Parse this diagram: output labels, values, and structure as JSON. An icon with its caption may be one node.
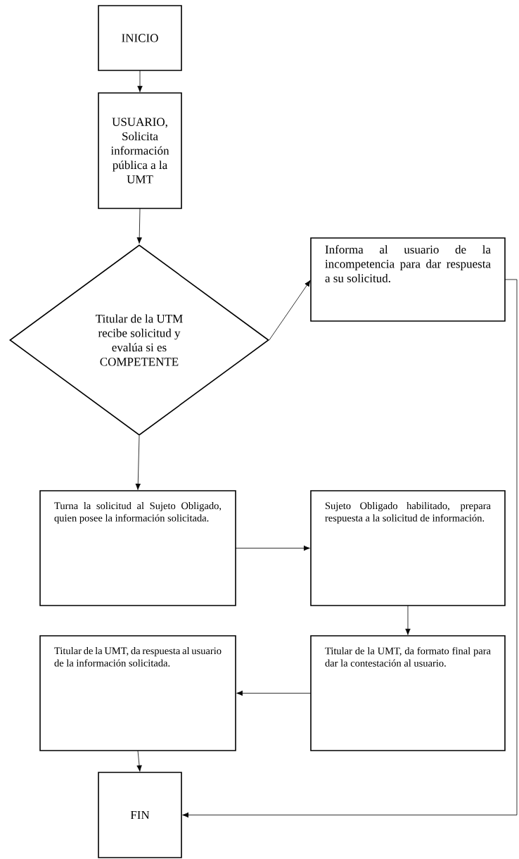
{
  "diagram": {
    "nodes": [
      {
        "text": [
          "INICIO"
        ]
      },
      {
        "text": [
          "USUARIO, Solicita información pública a la UMT"
        ]
      },
      {
        "text": [
          "Titular de la UTM recibe solicitud y evalúa si es COMPETENTE"
        ]
      },
      {
        "text": [
          "Informa al usuario de la incompetencia para dar respuesta a su solicitud."
        ]
      },
      {
        "text": [
          "Turna la solicitud al Sujeto Obligado, quien posee la información solicitada."
        ]
      },
      {
        "text": [
          "Sujeto Obligado habilitado, prepara respuesta a la solicitud de información."
        ]
      },
      {
        "text": [
          "Titular de la UMT, da formato final para dar la contestación al usuario."
        ]
      },
      {
        "text": [
          "Titular de la UMT, da respuesta al usuario de la información solicitada."
        ]
      },
      {
        "text": [
          "FIN"
        ]
      }
    ],
    "edges": [
      {
        "from": 0,
        "to": 1,
        "arrow": "to"
      },
      {
        "from": 1,
        "to": 2,
        "arrow": "to"
      },
      {
        "from": 2,
        "to": 3,
        "arrow": "to"
      },
      {
        "from": 2,
        "to": 4,
        "arrow": "to"
      },
      {
        "from": 4,
        "to": 5,
        "arrow": "to"
      },
      {
        "from": 5,
        "to": 6,
        "arrow": "to"
      },
      {
        "from": 6,
        "to": 7,
        "arrow": "to"
      },
      {
        "from": 7,
        "to": 8,
        "arrow": "to"
      },
      {
        "from": 3,
        "to": 8,
        "arrow": "to"
      }
    ]
  }
}
